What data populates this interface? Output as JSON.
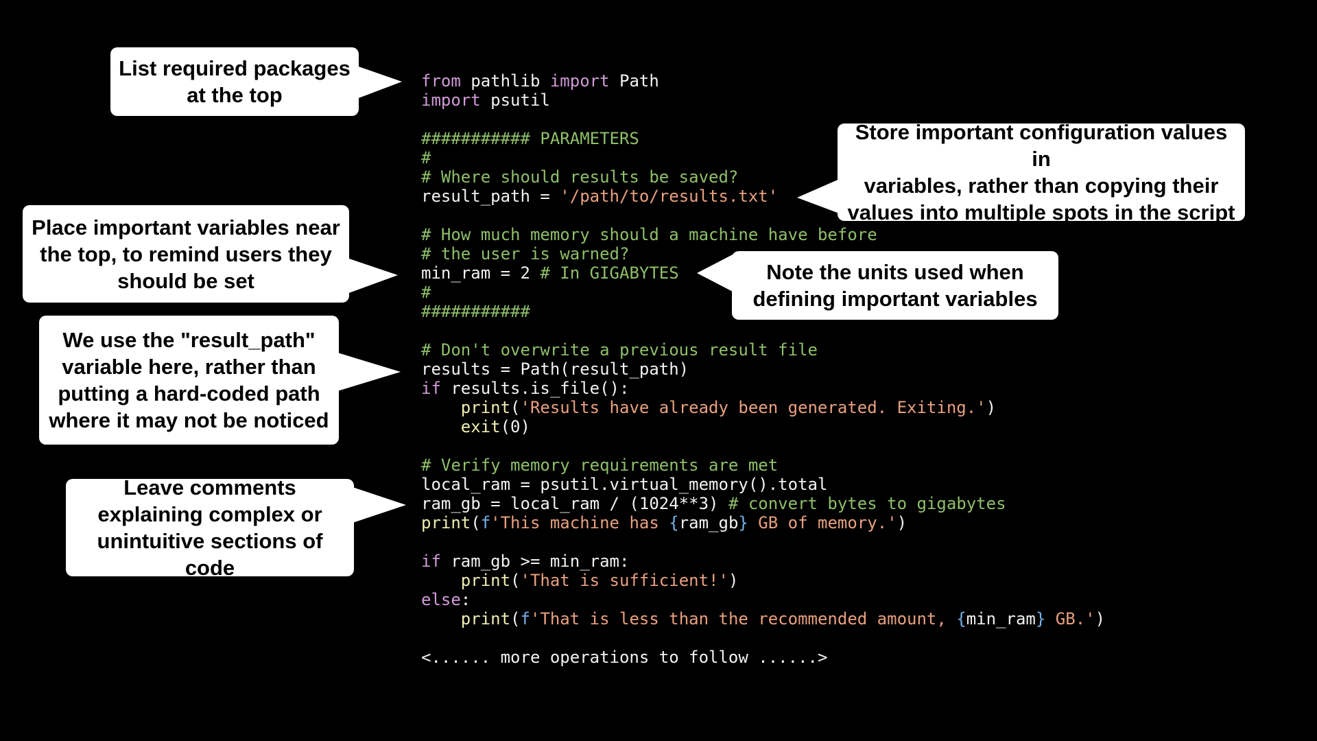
{
  "colors": {
    "background": "#000000",
    "code_default": "#f2f2f2",
    "keyword": "#d19ad8",
    "comment": "#8fbf6a",
    "string": "#e9a17f",
    "function": "#f0eeb0",
    "brace": "#73b3ea",
    "callout_fill": "#ffffff",
    "callout_text": "#000000"
  },
  "code_lines": [
    [
      [
        "from",
        "kw"
      ],
      [
        " pathlib ",
        ""
      ],
      [
        "import",
        "kw"
      ],
      [
        " Path",
        ""
      ]
    ],
    [
      [
        "import",
        "kw"
      ],
      [
        " psutil",
        ""
      ]
    ],
    [],
    [
      [
        "########### PARAMETERS",
        "cm"
      ]
    ],
    [
      [
        "#",
        "cm"
      ]
    ],
    [
      [
        "# Where should results be saved?",
        "cm"
      ]
    ],
    [
      [
        "result_path = ",
        ""
      ],
      [
        "'/path/to/results.txt'",
        "str"
      ]
    ],
    [],
    [
      [
        "# How much memory should a machine have before",
        "cm"
      ]
    ],
    [
      [
        "# the user is warned?",
        "cm"
      ]
    ],
    [
      [
        "min_ram = ",
        ""
      ],
      [
        "2",
        "nm"
      ],
      [
        " ",
        ""
      ],
      [
        "# In GIGABYTES",
        "cm"
      ]
    ],
    [
      [
        "#",
        "cm"
      ]
    ],
    [
      [
        "###########",
        "cm"
      ]
    ],
    [],
    [
      [
        "# Don't overwrite a previous result file",
        "cm"
      ]
    ],
    [
      [
        "results = Path(result_path)",
        ""
      ]
    ],
    [
      [
        "if",
        "kw"
      ],
      [
        " results.is_file():",
        ""
      ]
    ],
    [
      [
        "    ",
        ""
      ],
      [
        "print",
        "fn"
      ],
      [
        "(",
        ""
      ],
      [
        "'Results have already been generated. Exiting.'",
        "str"
      ],
      [
        ")",
        ""
      ]
    ],
    [
      [
        "    ",
        ""
      ],
      [
        "exit",
        "fn"
      ],
      [
        "(0)",
        ""
      ]
    ],
    [],
    [
      [
        "# Verify memory requirements are met",
        "cm"
      ]
    ],
    [
      [
        "local_ram = psutil.virtual_memory().total",
        ""
      ]
    ],
    [
      [
        "ram_gb = local_ram / (1024**3) ",
        ""
      ],
      [
        "# convert bytes to gigabytes",
        "cm"
      ]
    ],
    [
      [
        "print",
        "fn"
      ],
      [
        "(",
        ""
      ],
      [
        "f",
        "br"
      ],
      [
        "'This machine has ",
        "str"
      ],
      [
        "{",
        "br"
      ],
      [
        "ram_gb",
        ""
      ],
      [
        "}",
        "br"
      ],
      [
        " GB of memory.'",
        "str"
      ],
      [
        ")",
        ""
      ]
    ],
    [],
    [
      [
        "if",
        "kw"
      ],
      [
        " ram_gb >= min_ram:",
        ""
      ]
    ],
    [
      [
        "    ",
        ""
      ],
      [
        "print",
        "fn"
      ],
      [
        "(",
        ""
      ],
      [
        "'That is sufficient!'",
        "str"
      ],
      [
        ")",
        ""
      ]
    ],
    [
      [
        "else",
        "kw"
      ],
      [
        ":",
        ""
      ]
    ],
    [
      [
        "    ",
        ""
      ],
      [
        "print",
        "fn"
      ],
      [
        "(",
        ""
      ],
      [
        "f",
        "br"
      ],
      [
        "'That is less than the recommended amount, ",
        "str"
      ],
      [
        "{",
        "br"
      ],
      [
        "min_ram",
        ""
      ],
      [
        "}",
        "br"
      ],
      [
        " GB.'",
        "str"
      ],
      [
        ")",
        ""
      ]
    ],
    [],
    [
      [
        "<...... more operations to follow ......>",
        ""
      ]
    ]
  ],
  "callouts": {
    "packages": [
      "List required packages",
      "at the top"
    ],
    "config": [
      "Store important configuration values in",
      "variables, rather than copying their",
      "values into multiple spots in the script"
    ],
    "variables_top": [
      "Place important variables near",
      "the top, to remind users they",
      "should be set"
    ],
    "units": [
      "Note the units used when",
      "defining important variables"
    ],
    "result_path": [
      "We use the \"result_path\"",
      "variable here, rather than",
      "putting a hard-coded path",
      "where it may not be noticed"
    ],
    "comments": [
      "Leave comments",
      "explaining complex or",
      "unintuitive sections of code"
    ]
  }
}
